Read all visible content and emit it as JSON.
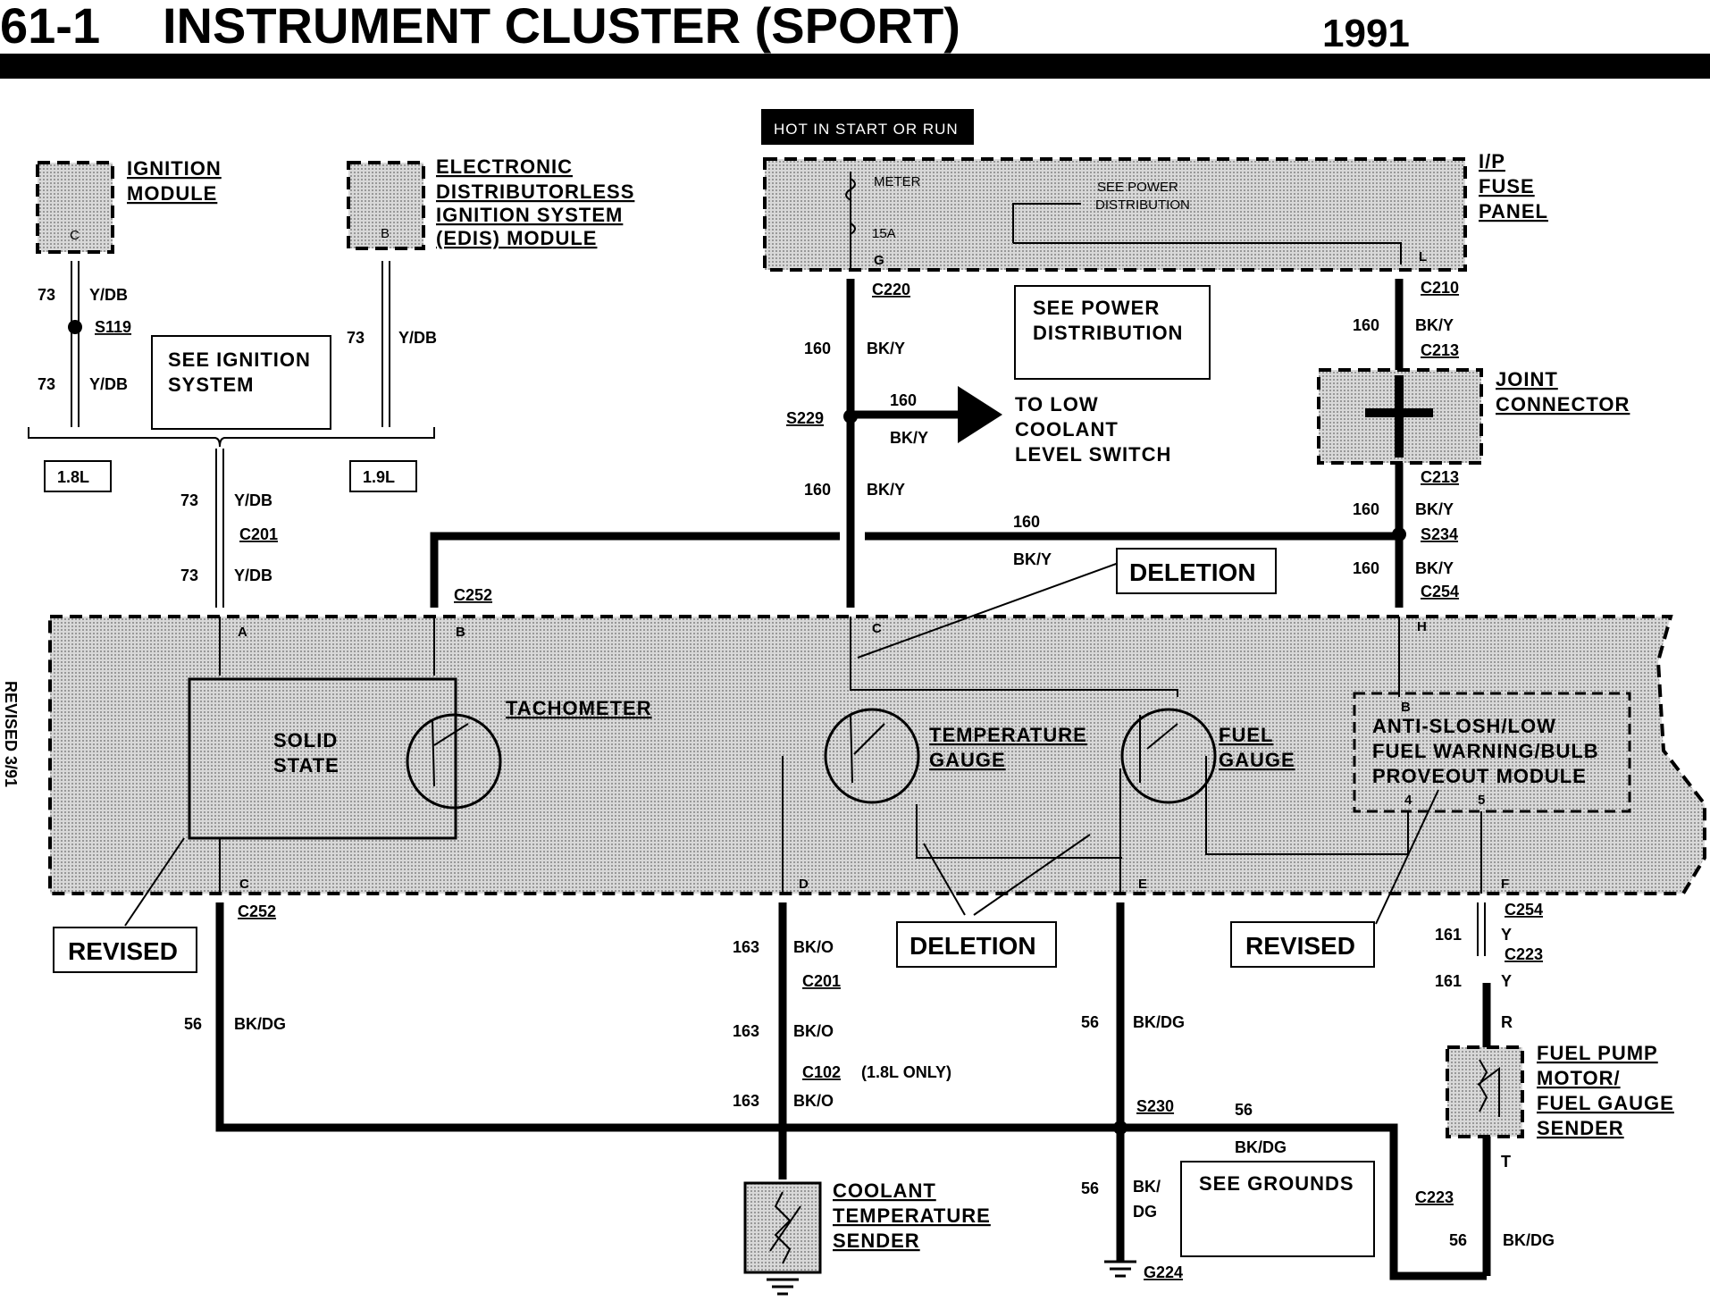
{
  "header": {
    "code": "61-1",
    "title": "INSTRUMENT CLUSTER (SPORT)",
    "year": "1991"
  },
  "side_note": "REVISED 3/91",
  "hot_label": "HOT IN START OR RUN",
  "components": {
    "ignition_module": [
      "IGNITION",
      "MODULE"
    ],
    "edis": [
      "ELECTRONIC",
      "DISTRIBUTORLESS",
      "IGNITION SYSTEM",
      "(EDIS) MODULE"
    ],
    "fuse_panel": [
      "I/P",
      "FUSE",
      "PANEL"
    ],
    "joint_connector": [
      "JOINT",
      "CONNECTOR"
    ],
    "tachometer": "TACHOMETER",
    "solid_state": [
      "SOLID",
      "STATE"
    ],
    "temp_gauge": [
      "TEMPERATURE",
      "GAUGE"
    ],
    "fuel_gauge": [
      "FUEL",
      "GAUGE"
    ],
    "anti_slosh": [
      "ANTI-SLOSH/LOW",
      "FUEL WARNING/BULB",
      "PROVEOUT MODULE"
    ],
    "fuel_pump": [
      "FUEL PUMP",
      "MOTOR/",
      "FUEL GAUGE",
      "SENDER"
    ],
    "coolant_sender": [
      "COOLANT",
      "TEMPERATURE",
      "SENDER"
    ]
  },
  "notes": {
    "see_ignition": [
      "SEE IGNITION",
      "SYSTEM"
    ],
    "see_power": [
      "SEE POWER",
      "DISTRIBUTION"
    ],
    "see_power_small": [
      "SEE POWER",
      "DISTRIBUTION"
    ],
    "see_grounds": "SEE GROUNDS",
    "low_coolant": [
      "TO LOW",
      "COOLANT",
      "LEVEL SWITCH"
    ],
    "only_18": "(1.8L ONLY)",
    "deletion": "DELETION",
    "revised": "REVISED",
    "engine_18": "1.8L",
    "engine_19": "1.9L",
    "meter": "METER",
    "fuse_15a": "15A"
  },
  "connectors": {
    "c220": "C220",
    "c210": "C210",
    "c213a": "C213",
    "c213b": "C213",
    "s229": "S229",
    "s234": "S234",
    "c254a": "C254",
    "c252a": "C252",
    "c201a": "C201",
    "s119": "S119",
    "c252b": "C252",
    "c201b": "C201",
    "c102": "C102",
    "s230": "S230",
    "c254b": "C254",
    "c223a": "C223",
    "c223b": "C223",
    "g224": "G224"
  },
  "pins": {
    "g": "G",
    "l": "L",
    "a": "A",
    "b": "B",
    "c": "C",
    "h": "H",
    "b2": "B",
    "c2": "C",
    "d": "D",
    "e": "E",
    "f": "F",
    "p4": "4",
    "p5": "5",
    "mc": "C",
    "mb": "B"
  },
  "wires": {
    "w73": "73",
    "ydb": "Y/DB",
    "w160": "160",
    "bky": "BK/Y",
    "w163": "163",
    "bko": "BK/O",
    "w56": "56",
    "bkdg": "BK/DG",
    "w161": "161",
    "y": "Y",
    "r": "R",
    "t": "T",
    "bk": "BK/",
    "dg": "DG"
  }
}
